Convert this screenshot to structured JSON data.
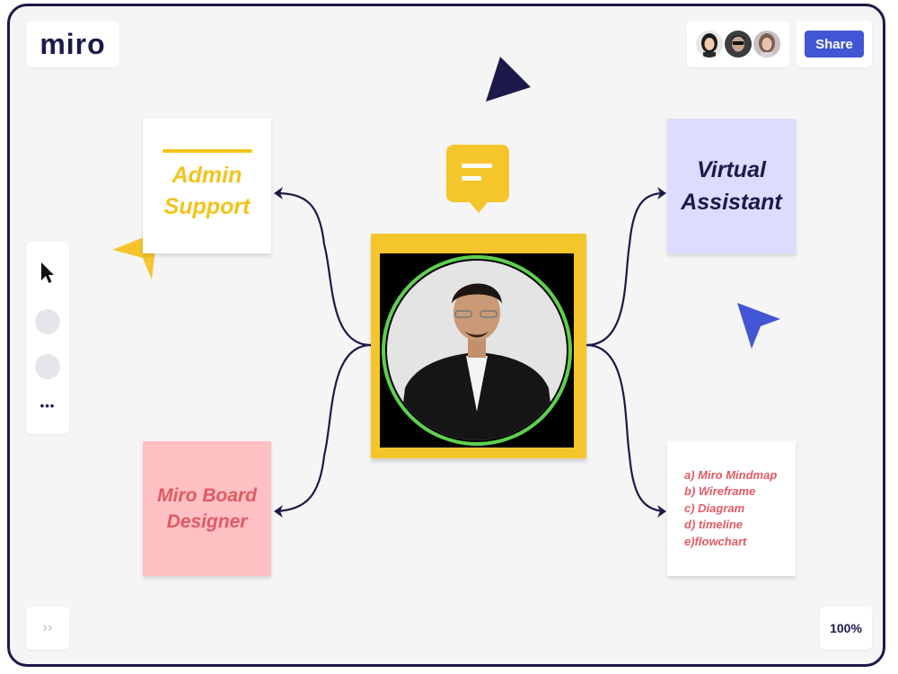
{
  "app": {
    "logo_text": "miro"
  },
  "header": {
    "share_label": "Share"
  },
  "collaborators": [
    "avatar-woman",
    "avatar-man-sunglasses",
    "avatar-woman-2"
  ],
  "toolbar": {
    "more_label": "•••"
  },
  "footer": {
    "expand_label": "››",
    "zoom_level": "100%"
  },
  "board": {
    "admin_support": {
      "line1": "Admin",
      "line2": "Support"
    },
    "virtual_assistant": {
      "line1": "Virtual",
      "line2": "Assistant"
    },
    "miro_board_designer": {
      "line1": "Miro Board",
      "line2": "Designer"
    },
    "services_list": [
      "a) Miro Mindmap",
      "b) Wireframe",
      "c) Diagram",
      "d) timeline",
      "e)flowchart"
    ]
  },
  "colors": {
    "navy": "#1c1a4a",
    "yellow": "#f5c62b",
    "blue": "#4255d4",
    "pink": "#ffc0c3",
    "lavender": "#dcdcff",
    "red_text": "#e05a63",
    "ring_green": "#5ecf4f"
  },
  "icons": [
    "comment-icon",
    "cursor-arrow-navy",
    "cursor-arrow-yellow",
    "cursor-arrow-blue",
    "select-pointer-icon"
  ]
}
